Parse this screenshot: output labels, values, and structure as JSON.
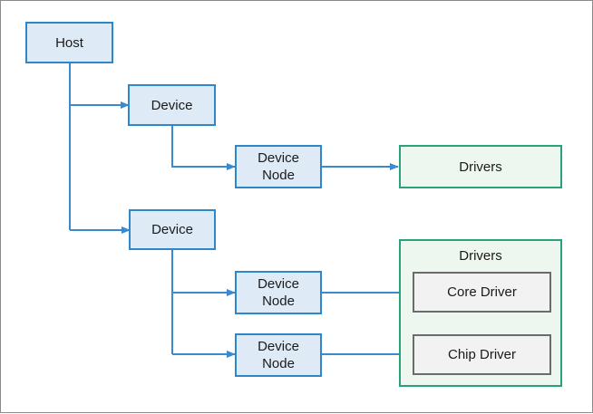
{
  "nodes": {
    "host": "Host",
    "device_1": "Device",
    "device_node_1": "Device\nNode",
    "drivers_1": "Drivers",
    "device_2": "Device",
    "device_node_2": "Device\nNode",
    "device_node_3": "Device\nNode",
    "drivers_group_title": "Drivers",
    "core_driver": "Core Driver",
    "chip_driver": "Chip Driver"
  },
  "colors": {
    "line": "#3b8ad0",
    "blue_fill": "#deebf7",
    "blue_border": "#2e86cb",
    "green_fill": "#edf6ef",
    "green_border": "#28a27a",
    "gray_fill": "#f2f2f2",
    "gray_border": "#6b6b6b"
  }
}
